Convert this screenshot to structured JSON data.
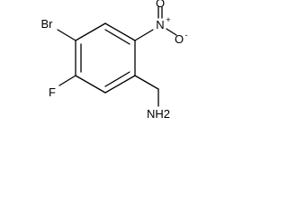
{
  "molecule": {
    "atoms": {
      "br": "Br",
      "f": "F",
      "n_nitro": "N",
      "nitro_plus": "+",
      "o_top": "O",
      "o_right": "O",
      "o_minus": "-",
      "nh2": "NH2"
    }
  },
  "colors": {
    "bond": "#000000",
    "label": "#000000",
    "background": "#ffffff"
  }
}
